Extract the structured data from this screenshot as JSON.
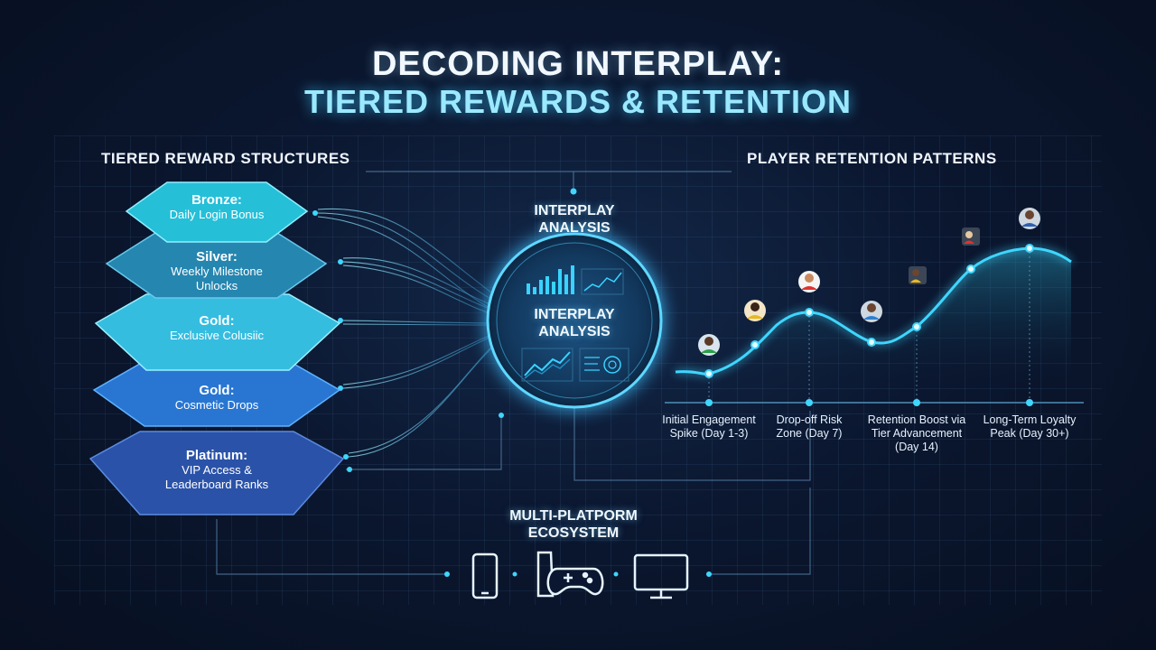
{
  "title": {
    "line1": "DECODING INTERPLAY:",
    "line2": "TIERED REWARDS & RETENTION"
  },
  "sections": {
    "left": "TIERED REWARD STRUCTURES",
    "right": "PLAYER RETENTION PATTERNS",
    "analysis_top": "INTERPLAY ANALYSIS",
    "analysis_center": "INTERPLAY ANALYSIS",
    "ecosystem": "MULTI-PLATPORM ECOSYSTEM"
  },
  "tiers": [
    {
      "name": "Bronze:",
      "desc": "Daily Login Bonus",
      "color": "#2ec4dd"
    },
    {
      "name": "Silver:",
      "desc": "Weekly Milestone Unlocks",
      "color": "#2a8fb6"
    },
    {
      "name": "Gold:",
      "desc": "Exclusive Colusiic",
      "color": "#3bc9e8"
    },
    {
      "name": "Gold:",
      "desc": "Cosmetic Drops",
      "color": "#2b86db"
    },
    {
      "name": "Platinum:",
      "desc": "VIP Access & Leaderboard Ranks",
      "color": "#2d5fc4"
    }
  ],
  "phases": [
    {
      "label": "Initial Engagement Spike (Day 1-3)"
    },
    {
      "label": "Drop-off Risk Zone (Day 7)"
    },
    {
      "label": "Retention Boost via Tier Advancement (Day 14)"
    },
    {
      "label": "Long-Term Loyalty Peak (Day 30+)"
    }
  ],
  "devices": [
    {
      "icon": "smartphone-icon"
    },
    {
      "icon": "console-gamepad-icon"
    },
    {
      "icon": "desktop-monitor-icon"
    }
  ],
  "colors": {
    "accent": "#3fd6ff",
    "background": "#0b1730"
  }
}
